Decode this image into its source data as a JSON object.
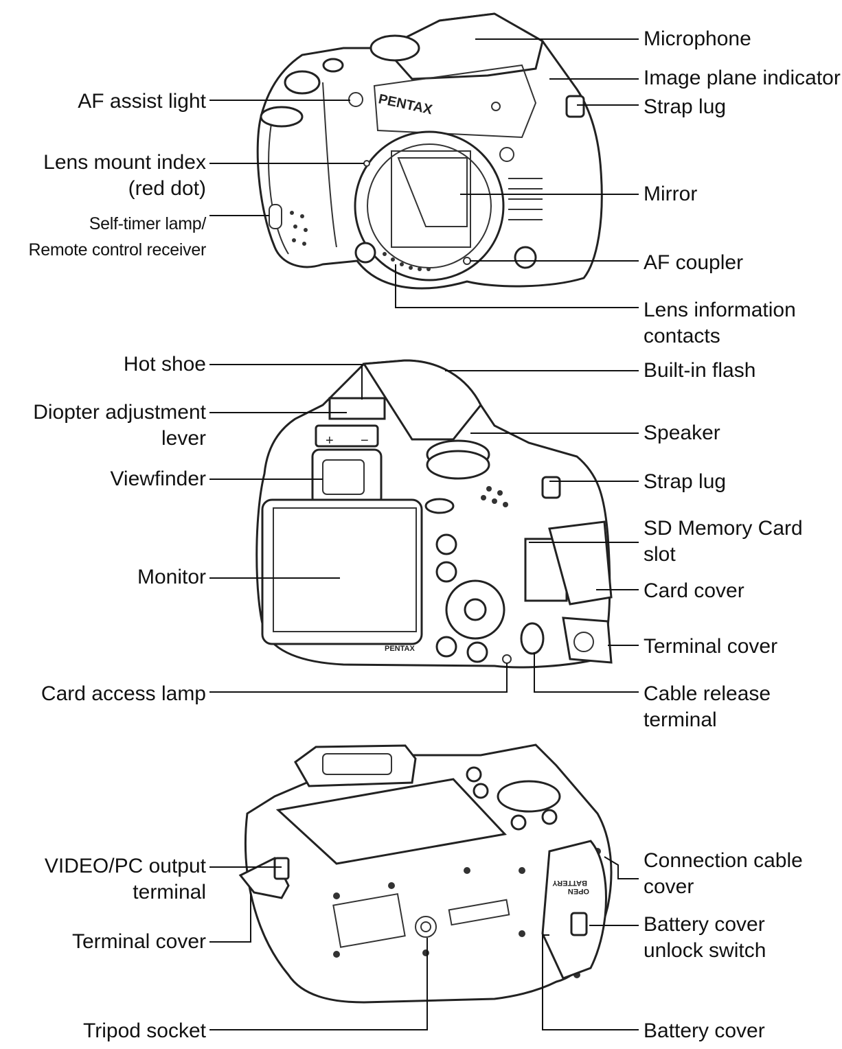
{
  "brand": "PENTAX",
  "sections": {
    "front": {
      "labels": {
        "microphone": "Microphone",
        "image_plane_indicator": "Image plane indicator",
        "strap_lug": "Strap lug",
        "mirror": "Mirror",
        "af_coupler": "AF coupler",
        "lens_info_contacts_1": "Lens information",
        "lens_info_contacts_2": "contacts",
        "af_assist_light": "AF assist light",
        "lens_mount_index_1": "Lens mount index",
        "lens_mount_index_2": "(red dot)",
        "self_timer_1": "Self-timer lamp/",
        "self_timer_2": "Remote control receiver"
      }
    },
    "back": {
      "labels": {
        "hot_shoe": "Hot shoe",
        "diopter_1": "Diopter adjustment",
        "diopter_2": "lever",
        "viewfinder": "Viewfinder",
        "monitor": "Monitor",
        "card_access_lamp": "Card access lamp",
        "built_in_flash": "Built-in flash",
        "speaker": "Speaker",
        "strap_lug": "Strap lug",
        "sd_slot_1": "SD Memory Card",
        "sd_slot_2": "slot",
        "card_cover": "Card cover",
        "terminal_cover": "Terminal cover",
        "cable_release_1": "Cable release",
        "cable_release_2": "terminal"
      }
    },
    "bottom": {
      "labels": {
        "video_pc_1": "VIDEO/PC output",
        "video_pc_2": "terminal",
        "terminal_cover": "Terminal cover",
        "tripod_socket": "Tripod socket",
        "connection_cable_1": "Connection cable",
        "connection_cable_2": "cover",
        "battery_unlock_1": "Battery cover",
        "battery_unlock_2": "unlock switch",
        "battery_cover": "Battery cover",
        "open_battery_1": "OPEN",
        "open_battery_2": "BATTERY"
      }
    }
  }
}
